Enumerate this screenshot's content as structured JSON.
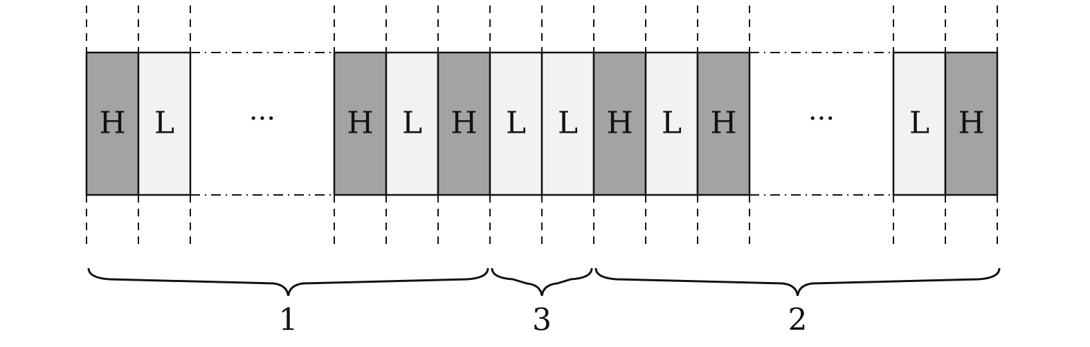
{
  "colors": {
    "H": "#a3a3a3",
    "L": "#f2f2f2",
    "stroke": "#111111"
  },
  "cells": [
    {
      "label": "H",
      "type": "H"
    },
    {
      "label": "L",
      "type": "L"
    },
    {
      "label": "···",
      "type": "gap"
    },
    {
      "label": "H",
      "type": "H"
    },
    {
      "label": "L",
      "type": "L"
    },
    {
      "label": "H",
      "type": "H"
    },
    {
      "label": "L",
      "type": "L"
    },
    {
      "label": "L",
      "type": "L"
    },
    {
      "label": "H",
      "type": "H"
    },
    {
      "label": "L",
      "type": "L"
    },
    {
      "label": "H",
      "type": "H"
    },
    {
      "label": "···",
      "type": "gap"
    },
    {
      "label": "L",
      "type": "L"
    },
    {
      "label": "H",
      "type": "H"
    }
  ],
  "braces": [
    {
      "label": "1",
      "from_cell": 0,
      "to_cell": 5
    },
    {
      "label": "3",
      "from_cell": 6,
      "to_cell": 7
    },
    {
      "label": "2",
      "from_cell": 8,
      "to_cell": 13
    }
  ]
}
